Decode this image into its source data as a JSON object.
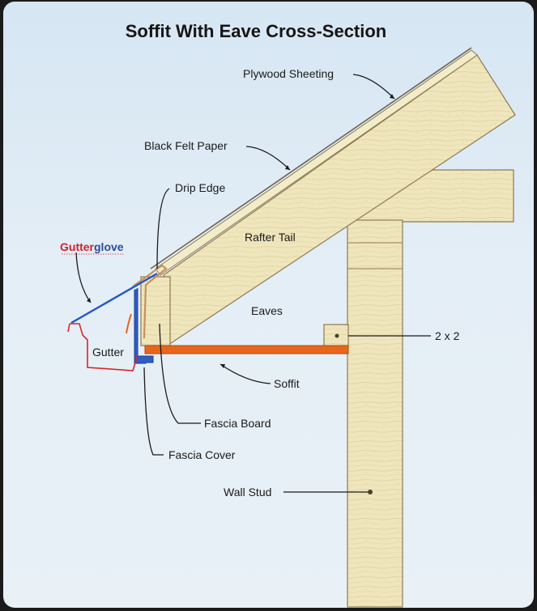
{
  "title": "Soffit With Eave Cross-Section",
  "brand": {
    "name_red": "Gutter",
    "name_blue": "glove"
  },
  "labels": {
    "plywood_sheeting": "Plywood Sheeting",
    "black_felt_paper": "Black Felt Paper",
    "drip_edge": "Drip Edge",
    "rafter_tail": "Rafter Tail",
    "eaves": "Eaves",
    "gutter": "Gutter",
    "two_by_two": "2 x 2",
    "soffit": "Soffit",
    "fascia_board": "Fascia Board",
    "fascia_cover": "Fascia Cover",
    "wall_stud": "Wall Stud"
  },
  "colors": {
    "wood": "#efe6bd",
    "wood_edge": "#8c7a52",
    "soffit": "#e8661c",
    "fascia_cover": "#2f5ec4",
    "gutter_guard": "#2457c8",
    "gutter": "#d8262a",
    "drip_edge": "#c9905c",
    "background": "#dbe8f3"
  }
}
